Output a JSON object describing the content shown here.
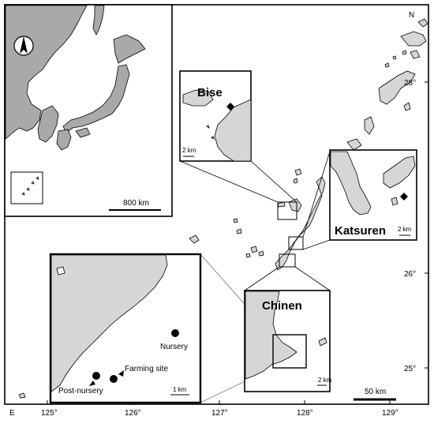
{
  "main_map": {
    "north_label": "N",
    "east_label": "E",
    "scale_label": "50 km",
    "longitude_labels": [
      "125°",
      "126°",
      "127°",
      "128°",
      "129°"
    ],
    "latitude_labels": [
      "28°",
      "26°",
      "25°"
    ]
  },
  "overview_map": {
    "scale_label": "800 km",
    "north_arrow_icon": "compass-arrow-icon"
  },
  "insets": {
    "bise": {
      "title": "Bise",
      "scale_label": "2 km"
    },
    "katsuren": {
      "title": "Katsuren",
      "scale_label": "2 km"
    },
    "chinen": {
      "title": "Chinen",
      "scale_label": "2 km"
    },
    "detail": {
      "scale_label": "1 km",
      "sites": [
        "Nursery",
        "Farming site",
        "Post-nursery"
      ]
    }
  },
  "colors": {
    "land": "#d6d6d6",
    "overview_land": "#a9a9a9",
    "sea": "#ffffff",
    "outline": "#000000"
  }
}
